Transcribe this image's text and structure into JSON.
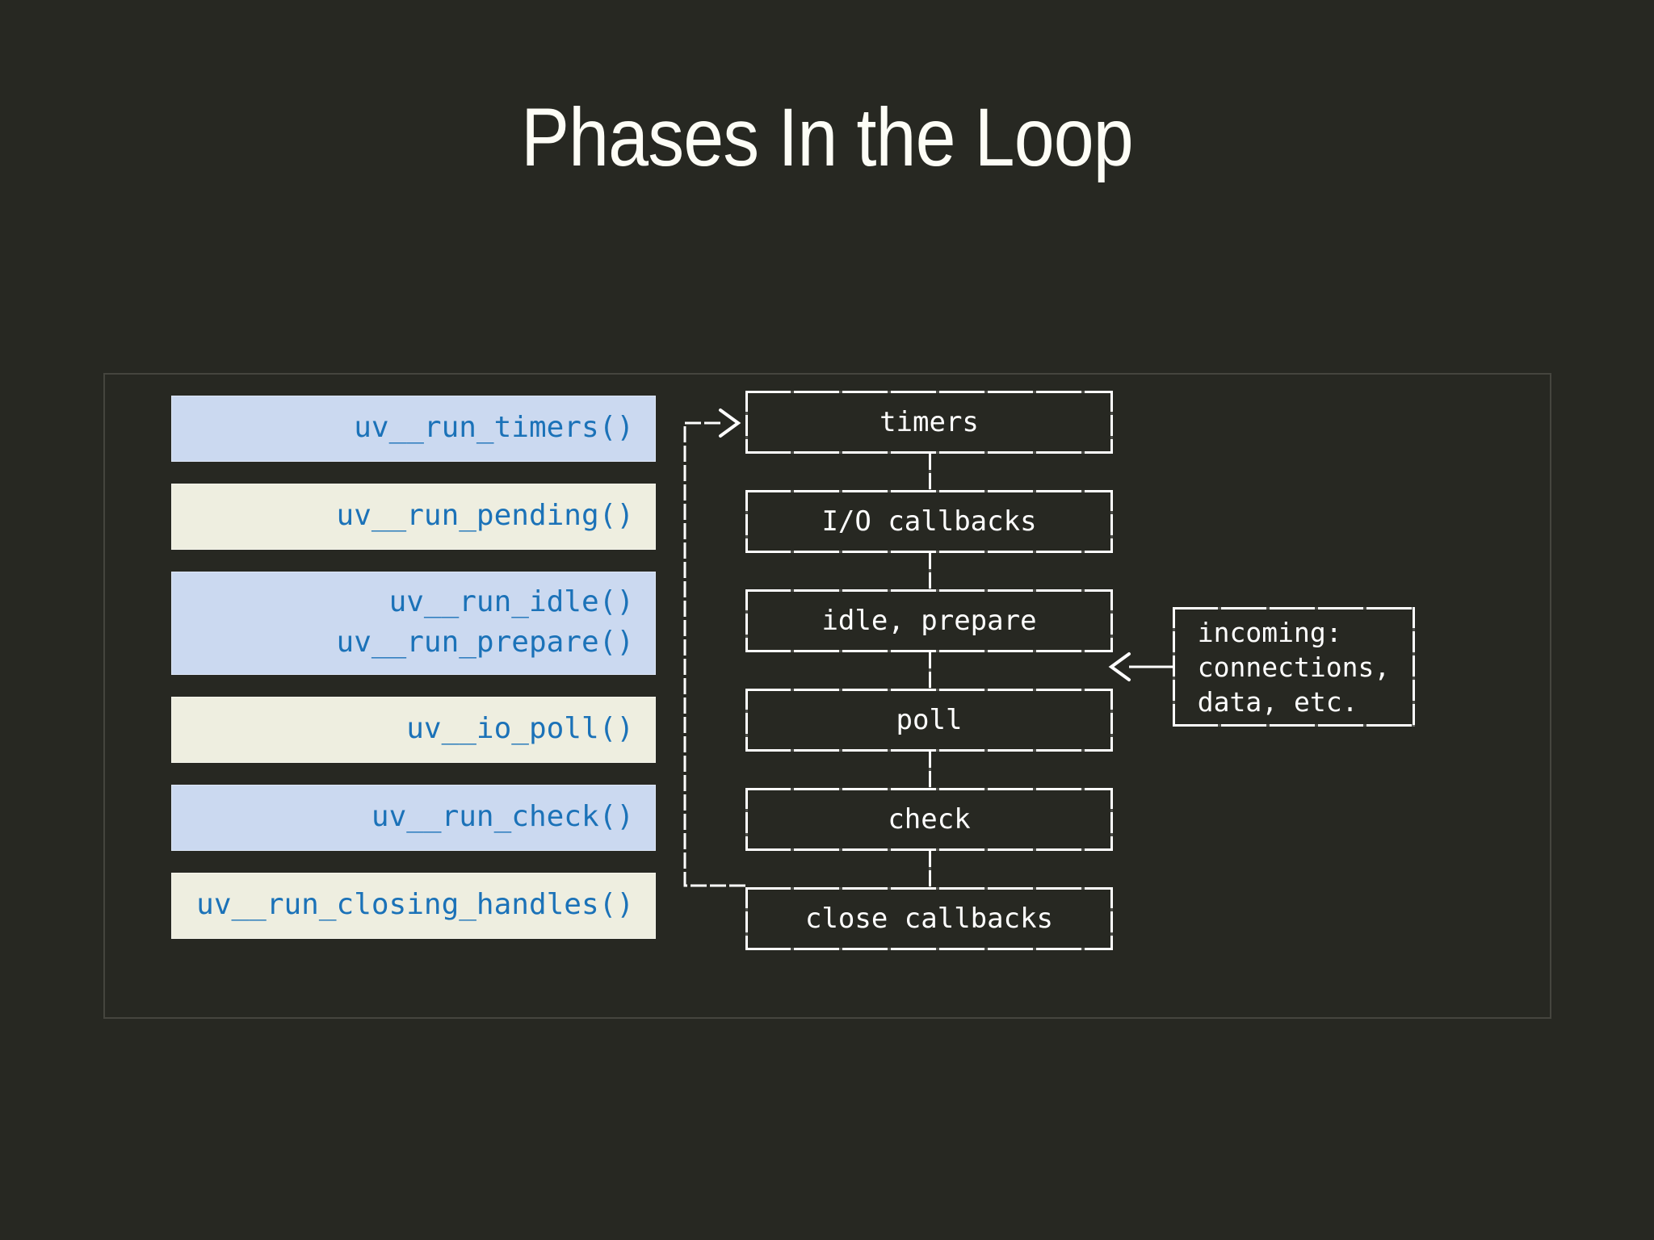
{
  "slide": {
    "title": "Phases In the Loop",
    "background_color": "#272822",
    "title_color": "#fdfdf6",
    "panel_border_color": "#45453e"
  },
  "palette": {
    "chip_blue": "#cbd9f0",
    "chip_cream": "#eeeee0",
    "chip_text_blue": "#1b72b8",
    "box_line_white": "#ffffff"
  },
  "api_column": {
    "items": [
      {
        "label": "uv__run_timers()",
        "tone": "blue",
        "lines": 1
      },
      {
        "label": "uv__run_pending()",
        "tone": "cream",
        "lines": 1
      },
      {
        "label": "uv__run_idle()\nuv__run_prepare()",
        "tone": "blue",
        "lines": 2
      },
      {
        "label": "uv__io_poll()",
        "tone": "cream",
        "lines": 1
      },
      {
        "label": "uv__run_check()",
        "tone": "blue",
        "lines": 1
      },
      {
        "label": "uv__run_closing_handles()",
        "tone": "cream",
        "lines": 1
      }
    ]
  },
  "phase_column": {
    "boxes": [
      {
        "label": "timers"
      },
      {
        "label": "I/O callbacks"
      },
      {
        "label": "idle, prepare"
      },
      {
        "label": "poll"
      },
      {
        "label": "check"
      },
      {
        "label": "close callbacks"
      }
    ]
  },
  "incoming_note": {
    "lines": "incoming:\nconnections,\ndata, etc."
  },
  "arrows": {
    "loopback_head": ">",
    "incoming_head": "<"
  }
}
